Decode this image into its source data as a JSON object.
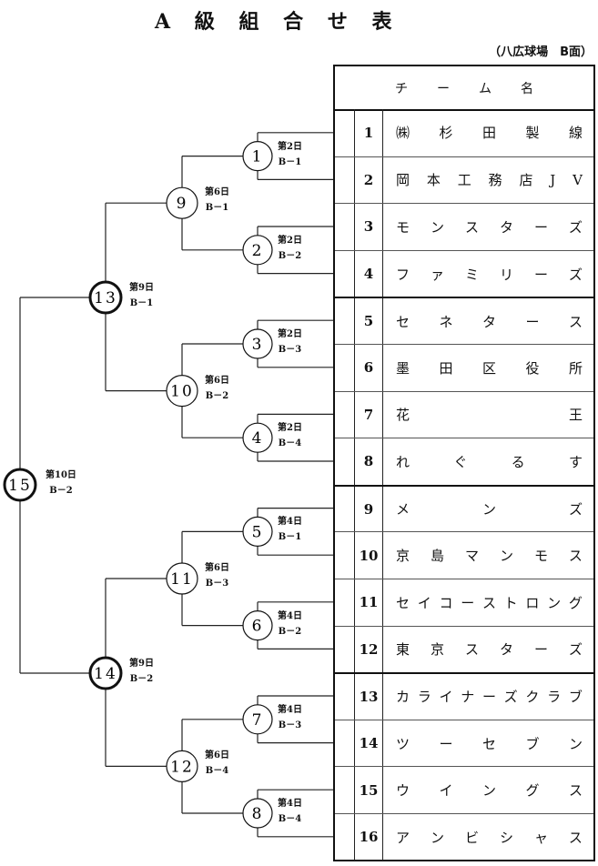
{
  "title": [
    "A",
    "級",
    "組",
    "合",
    "せ",
    "表"
  ],
  "venue": "（八広球場　B面）",
  "table": {
    "header": [
      "チ",
      "ー",
      "ム",
      "名"
    ],
    "teams": [
      {
        "no": "1",
        "name": [
          "㈱",
          "杉",
          "田",
          "製",
          "線"
        ]
      },
      {
        "no": "2",
        "name": [
          "岡",
          "本",
          "工",
          "務",
          "店",
          "J",
          "V"
        ]
      },
      {
        "no": "3",
        "name": [
          "モ",
          "ン",
          "ス",
          "タ",
          "ー",
          "ズ"
        ]
      },
      {
        "no": "4",
        "name": [
          "フ",
          "ァ",
          "ミ",
          "リ",
          "ー",
          "ズ"
        ]
      },
      {
        "no": "5",
        "name": [
          "セ",
          "ネ",
          "タ",
          "ー",
          "ス"
        ]
      },
      {
        "no": "6",
        "name": [
          "墨",
          "田",
          "区",
          "役",
          "所"
        ]
      },
      {
        "no": "7",
        "name": [
          "花",
          "王"
        ]
      },
      {
        "no": "8",
        "name": [
          "れ",
          "ぐ",
          "る",
          "す"
        ]
      },
      {
        "no": "9",
        "name": [
          "メ",
          "ン",
          "ズ"
        ]
      },
      {
        "no": "10",
        "name": [
          "京",
          "島",
          "マ",
          "ン",
          "モ",
          "ス"
        ]
      },
      {
        "no": "11",
        "name": [
          "セ",
          "イ",
          "コ",
          "ー",
          "ス",
          "ト",
          "ロ",
          "ン",
          "グ"
        ]
      },
      {
        "no": "12",
        "name": [
          "東",
          "京",
          "ス",
          "タ",
          "ー",
          "ズ"
        ]
      },
      {
        "no": "13",
        "name": [
          "カ",
          "ラ",
          "イ",
          "ナ",
          "ー",
          "ズ",
          "ク",
          "ラ",
          "ブ"
        ]
      },
      {
        "no": "14",
        "name": [
          "ツ",
          "ー",
          "セ",
          "ブ",
          "ン"
        ]
      },
      {
        "no": "15",
        "name": [
          "ウ",
          "イ",
          "ン",
          "グ",
          "ス"
        ]
      },
      {
        "no": "16",
        "name": [
          "ア",
          "ン",
          "ビ",
          "シ",
          "ャ",
          "ス"
        ]
      }
    ]
  },
  "bracket": {
    "round1": [
      {
        "game": "1",
        "day": "第2日",
        "field": "B－1",
        "teams": [
          1,
          2
        ]
      },
      {
        "game": "2",
        "day": "第2日",
        "field": "B－2",
        "teams": [
          3,
          4
        ]
      },
      {
        "game": "3",
        "day": "第2日",
        "field": "B－3",
        "teams": [
          5,
          6
        ]
      },
      {
        "game": "4",
        "day": "第2日",
        "field": "B－4",
        "teams": [
          7,
          8
        ]
      },
      {
        "game": "5",
        "day": "第4日",
        "field": "B－1",
        "teams": [
          9,
          10
        ]
      },
      {
        "game": "6",
        "day": "第4日",
        "field": "B－2",
        "teams": [
          11,
          12
        ]
      },
      {
        "game": "7",
        "day": "第4日",
        "field": "B－3",
        "teams": [
          13,
          14
        ]
      },
      {
        "game": "8",
        "day": "第4日",
        "field": "B－4",
        "teams": [
          15,
          16
        ]
      }
    ],
    "round2": [
      {
        "game": "9",
        "day": "第6日",
        "field": "B－1"
      },
      {
        "game": "10",
        "day": "第6日",
        "field": "B－2"
      },
      {
        "game": "11",
        "day": "第6日",
        "field": "B－3"
      },
      {
        "game": "12",
        "day": "第6日",
        "field": "B－4"
      }
    ],
    "semifinal": [
      {
        "game": "13",
        "day": "第9日",
        "field": "B－1"
      },
      {
        "game": "14",
        "day": "第9日",
        "field": "B－2"
      }
    ],
    "final": {
      "game": "15",
      "day": "第10日",
      "field": "B－2"
    }
  }
}
